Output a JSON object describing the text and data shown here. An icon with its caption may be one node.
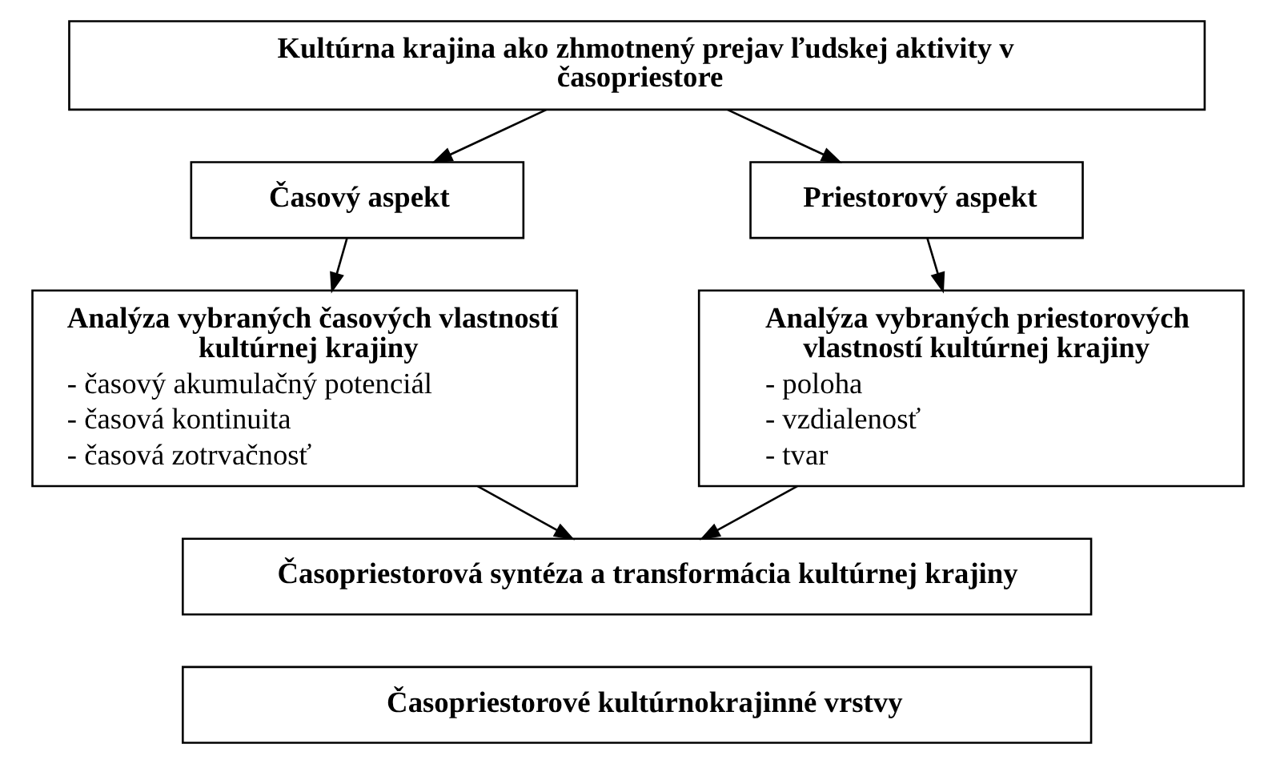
{
  "diagram": {
    "nodes": [
      {
        "text": [
          "Kultúrna krajina ako zhmotnený prejav ľudskej aktivity v časopriestore"
        ]
      },
      {
        "text": [
          "Časový aspekt"
        ]
      },
      {
        "text": [
          "Priestorový aspekt"
        ]
      },
      {
        "text": [
          "Analýza vybraných časových vlastností kultúrnej krajiny",
          "- časový akumulačný potenciál",
          "- časová kontinuita",
          "- časová zotrvačnosť"
        ]
      },
      {
        "text": [
          "Analýza vybraných priestorových vlastností kultúrnej krajiny",
          "- poloha",
          "- vzdialenosť",
          "- tvar"
        ]
      },
      {
        "text": [
          "Časopriestorová syntéza a transformácia kultúrnej krajiny"
        ]
      },
      {
        "text": [
          "Časopriestorové kultúrnokrajinné vrstvy"
        ]
      }
    ],
    "edges": [
      {
        "from": 0,
        "to": 1,
        "arrow": "to"
      },
      {
        "from": 0,
        "to": 2,
        "arrow": "to"
      },
      {
        "from": 1,
        "to": 3,
        "arrow": "to"
      },
      {
        "from": 2,
        "to": 4,
        "arrow": "to"
      },
      {
        "from": 3,
        "to": 5,
        "arrow": "to"
      },
      {
        "from": 4,
        "to": 5,
        "arrow": "to"
      }
    ]
  }
}
